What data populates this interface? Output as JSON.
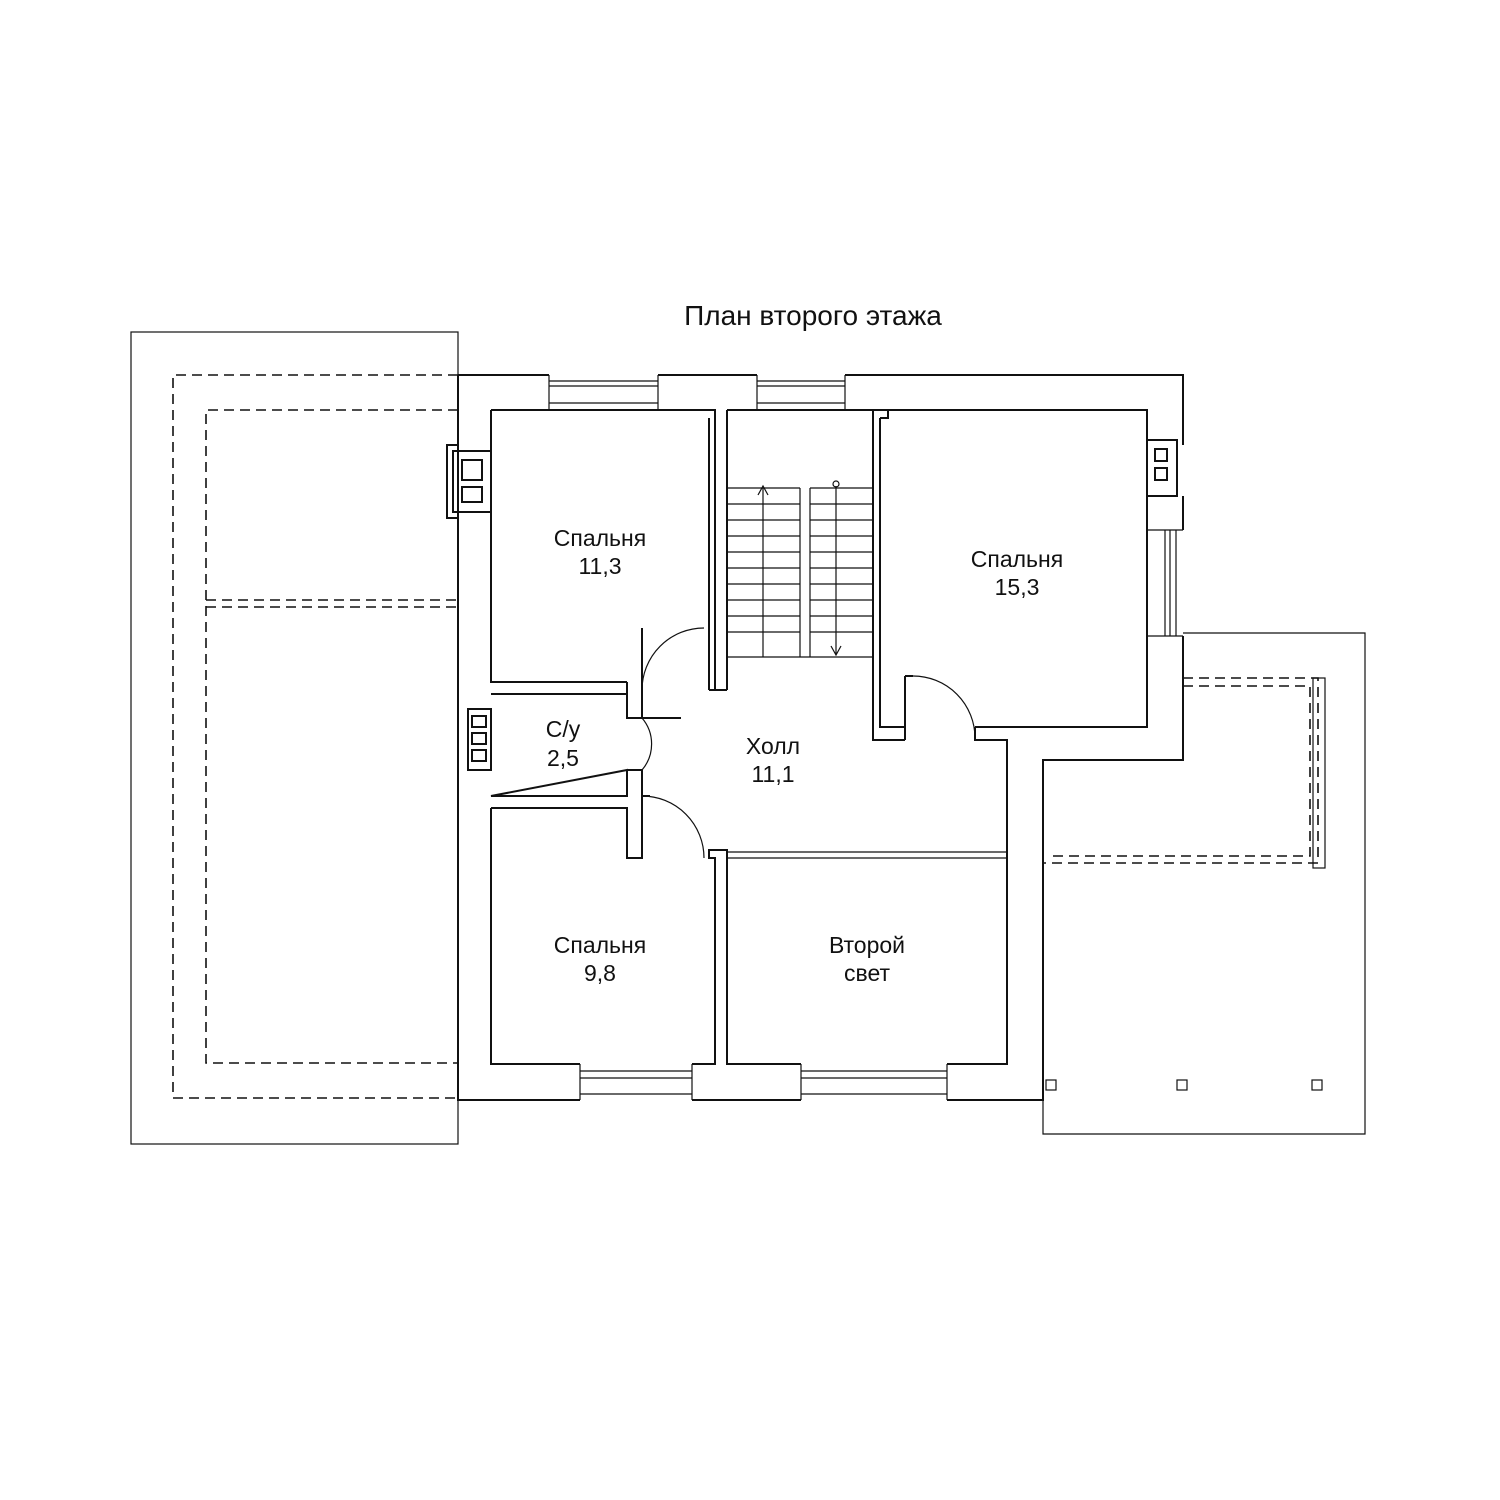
{
  "title": "План второго этажа",
  "rooms": {
    "bedroom1": {
      "name": "Спальня",
      "area": "11,3"
    },
    "bedroom2": {
      "name": "Спальня",
      "area": "15,3"
    },
    "bathroom": {
      "name": "С/у",
      "area": "2,5"
    },
    "hall": {
      "name": "Холл",
      "area": "11,1"
    },
    "bedroom3": {
      "name": "Спальня",
      "area": "9,8"
    },
    "second_light": {
      "name": "Второй",
      "line2": "свет"
    }
  }
}
